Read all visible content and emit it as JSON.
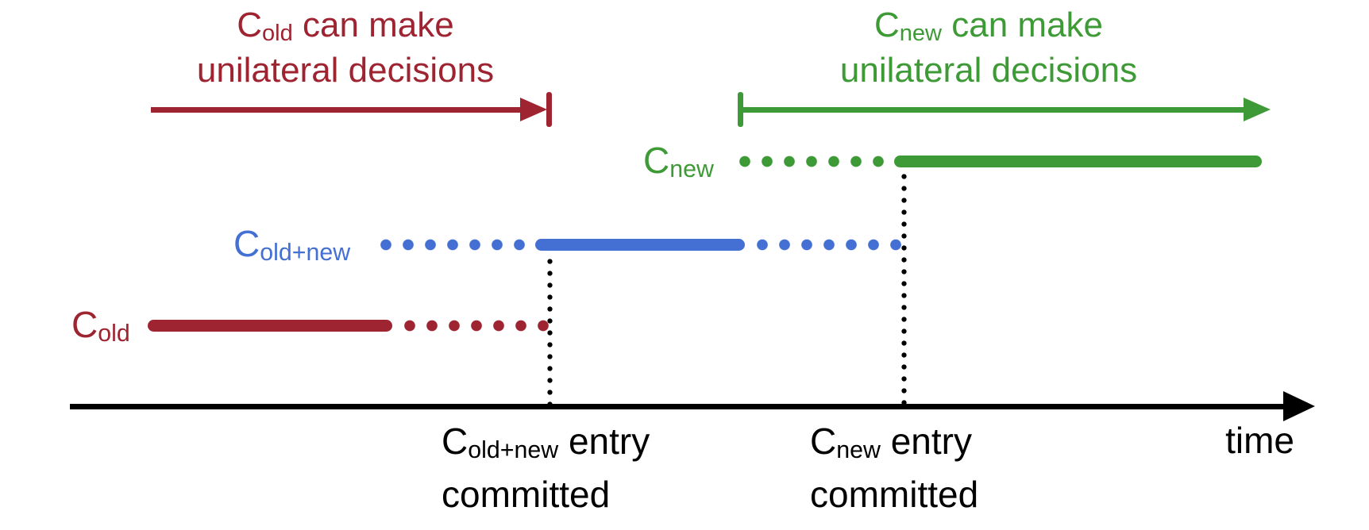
{
  "colors": {
    "old": "#9f2432",
    "joint": "#4470d4",
    "new": "#3e9a36",
    "black": "#000000"
  },
  "annotations": {
    "old": {
      "base": "C",
      "sub": "old",
      "line1_rest": " can make",
      "line2": "unilateral decisions"
    },
    "new": {
      "base": "C",
      "sub": "new",
      "line1_rest": " can make",
      "line2": "unilateral decisions"
    }
  },
  "rows": {
    "new": {
      "base": "C",
      "sub": "new"
    },
    "joint": {
      "base": "C",
      "sub": "old+new"
    },
    "old": {
      "base": "C",
      "sub": "old"
    }
  },
  "events": {
    "joint_committed": {
      "base": "C",
      "sub": "old+new",
      "rest": " entry",
      "line2": "committed"
    },
    "new_committed": {
      "base": "C",
      "sub": "new",
      "rest": " entry",
      "line2": "committed"
    }
  },
  "axis": {
    "label": "time"
  },
  "timeline": {
    "description": "Configuration change timeline: C_old, C_old+new and C_new lifetimes along the time axis",
    "segments": [
      {
        "config": "C_old",
        "style": "solid",
        "ends_at": "first dotted marker"
      },
      {
        "config": "C_old",
        "style": "dotted",
        "ends_at": "C_old+new entry committed"
      },
      {
        "config": "C_old+new",
        "style": "dotted",
        "ends_at": "C_old+new entry committed"
      },
      {
        "config": "C_old+new",
        "style": "solid",
        "ends_at": "start of C_new dotted span"
      },
      {
        "config": "C_old+new",
        "style": "dotted",
        "ends_at": "C_new entry committed"
      },
      {
        "config": "C_new",
        "style": "dotted",
        "ends_at": "C_new entry committed"
      },
      {
        "config": "C_new",
        "style": "solid",
        "ends_at": "end of diagram"
      }
    ]
  }
}
